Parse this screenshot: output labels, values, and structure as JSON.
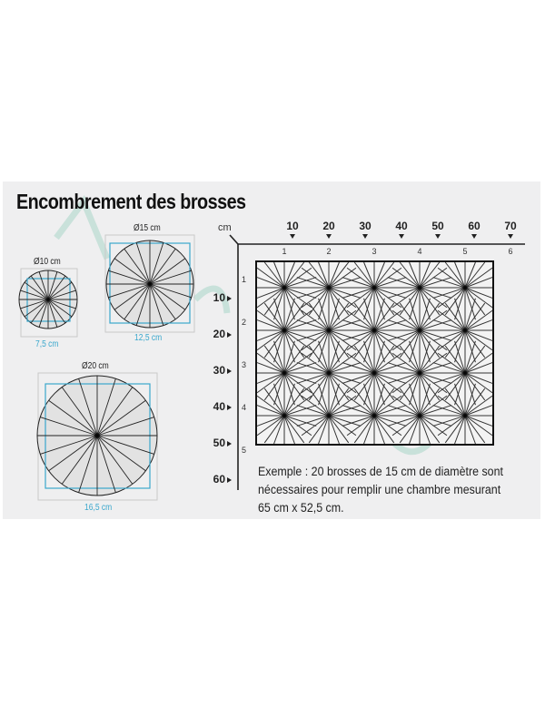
{
  "title": "Encombrement des brosses",
  "colors": {
    "panel_bg": "#efeff0",
    "line": "#222222",
    "accent_blue": "#3aa7cc",
    "circle_fill": "#e0e0e0",
    "watermark": "#a9d6c9"
  },
  "brushes": [
    {
      "diameter_label": "Ø10 cm",
      "square_label": "7,5 cm"
    },
    {
      "diameter_label": "Ø15 cm",
      "square_label": "12,5 cm"
    },
    {
      "diameter_label": "Ø20 cm",
      "square_label": "16,5 cm"
    }
  ],
  "grid": {
    "unit_label": "cm",
    "x_ticks": [
      "10",
      "20",
      "30",
      "40",
      "50",
      "60",
      "70"
    ],
    "y_ticks": [
      "10",
      "20",
      "30",
      "40",
      "50",
      "60"
    ],
    "col_numbers": [
      "1",
      "2",
      "3",
      "4",
      "5",
      "6"
    ],
    "row_numbers": [
      "1",
      "2",
      "3",
      "4",
      "5"
    ],
    "brush_columns": 5,
    "brush_rows": 4
  },
  "caption": {
    "line1": "Exemple : 20 brosses de 15 cm de diamètre sont",
    "line2": "nécessaires pour remplir une chambre mesurant",
    "line3": "65 cm x 52,5 cm."
  }
}
